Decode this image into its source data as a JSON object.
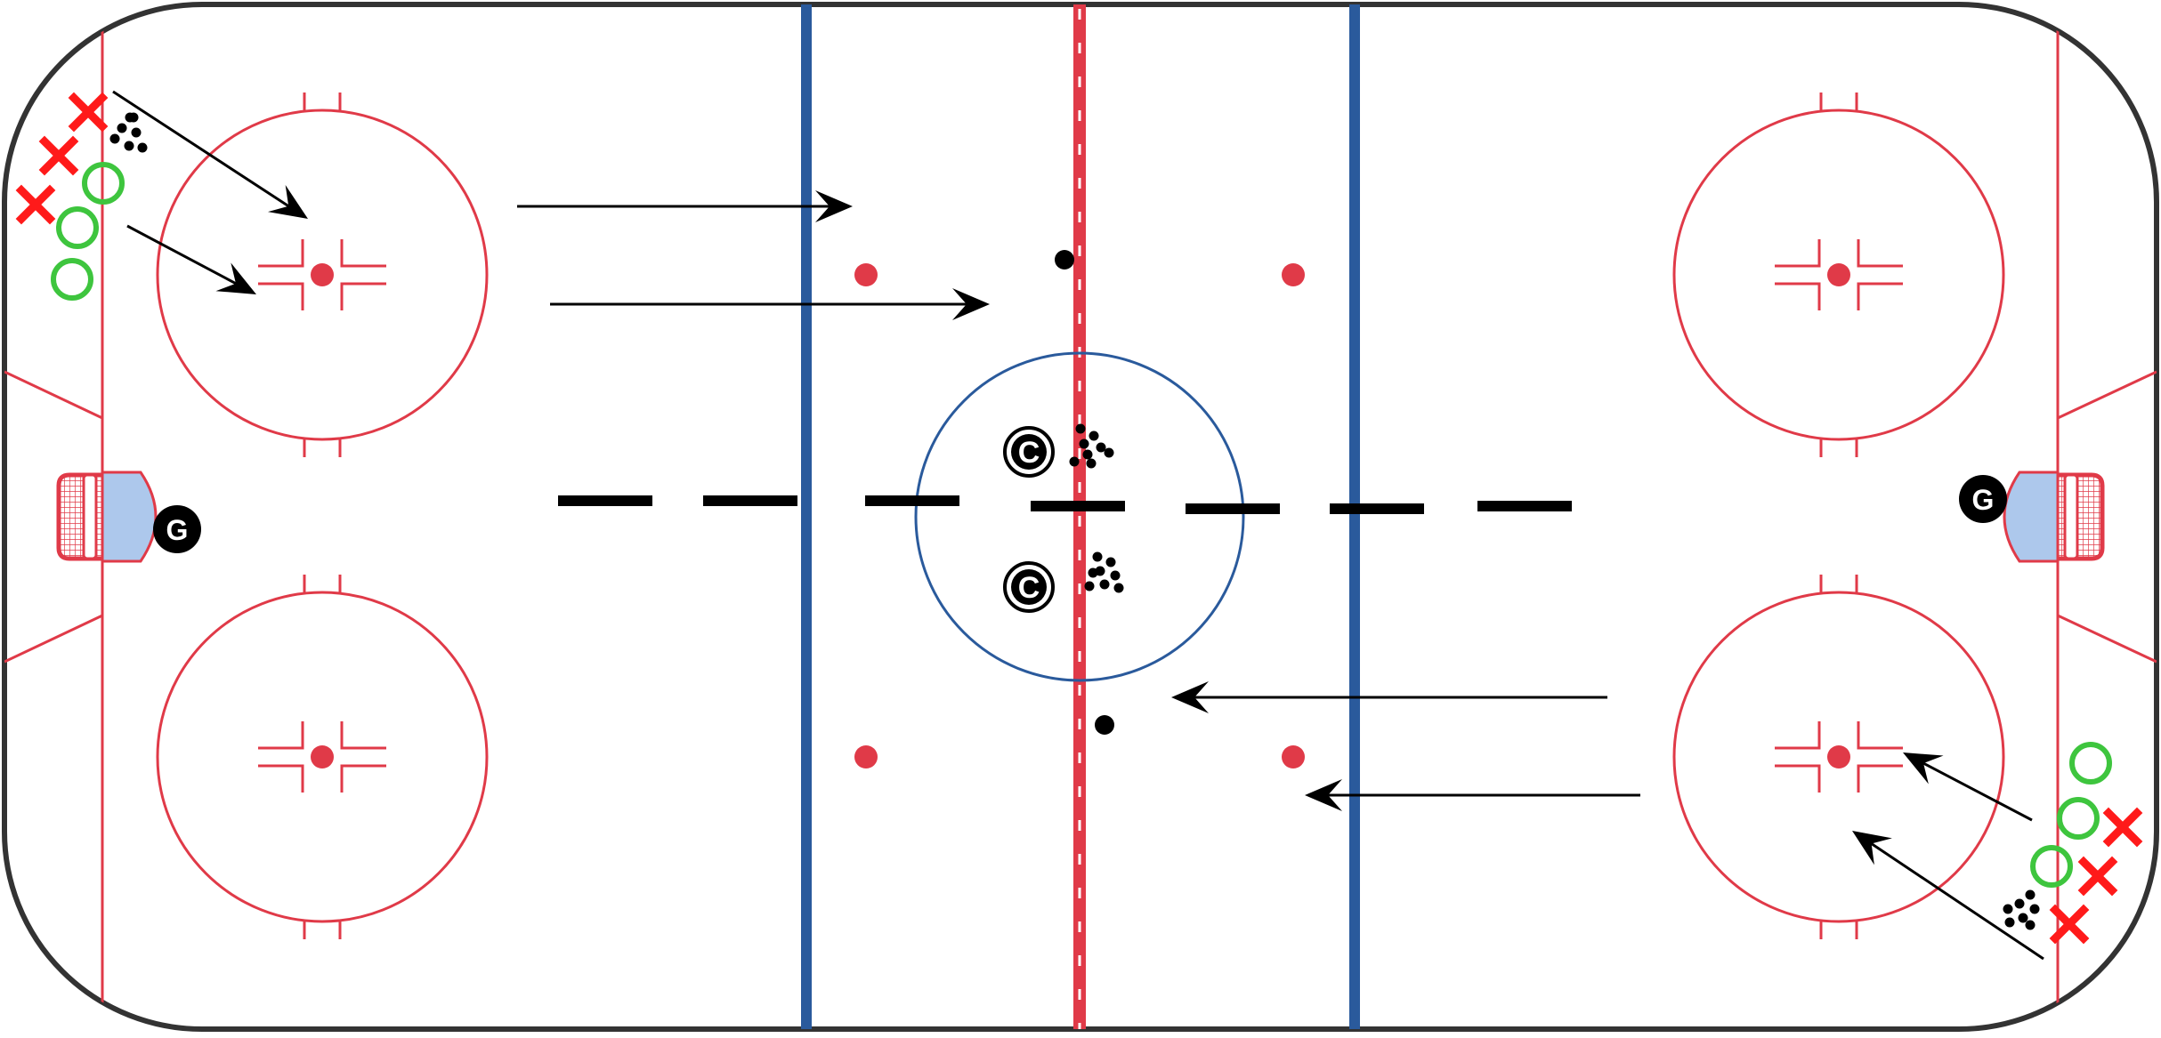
{
  "diagram": {
    "type": "hockey-drill",
    "colors": {
      "rink_border": "#333333",
      "red_line": "#e03a48",
      "blue_line": "#2a5a9c",
      "center_circle": "#2a5a9c",
      "crease": "#adc8ec",
      "player_x": "#ff1a1a",
      "player_o": "#3ec53e",
      "arrow": "#000000",
      "goalie_bg": "#000000",
      "coach_bg": "#000000"
    },
    "markers": {
      "goalie_label": "G",
      "coach_label": "C",
      "player_x_symbol": "cross",
      "player_o_symbol": "ring",
      "puck_symbol": "dot"
    },
    "icons": [
      "goalie-icon",
      "coach-icon",
      "puck-pile-icon",
      "player-x-icon",
      "player-o-icon",
      "net-icon",
      "pass-arrow-icon"
    ]
  }
}
